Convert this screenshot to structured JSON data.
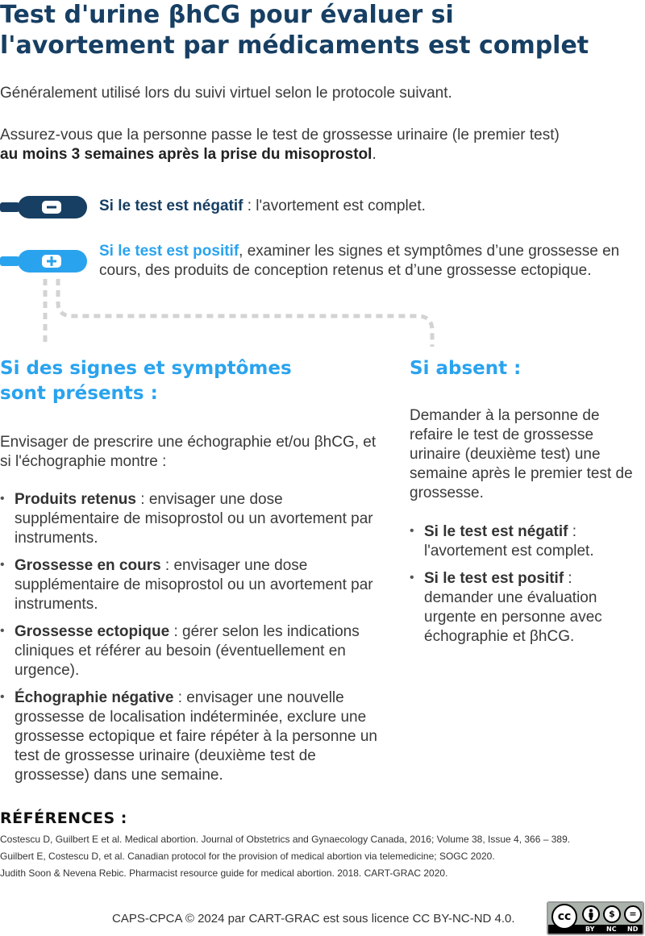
{
  "title_line1": "Test d'urine βhCG pour évaluer si",
  "title_line2": "l'avortement par médicaments est complet",
  "intro": {
    "line1": "Généralement utilisé lors du suivi virtuel selon le protocole suivant.",
    "line2": "Assurez-vous que la personne passe le test de grossesse urinaire (le premier test)",
    "line3_bold": "au moins 3 semaines après la prise du misoprostol",
    "line3_end": "."
  },
  "negative_test": {
    "icon": "minus-icon",
    "strong": "Si le test est négatif",
    "text": " : l'avortement est complet."
  },
  "positive_test": {
    "icon": "plus-icon",
    "strong": "Si le test est positif",
    "text": ", examiner les signes et symptômes d’une grossesse en cours, des produits de conception retenus et d’une grossesse ectopique."
  },
  "left_column": {
    "heading_line1": "Si des signes et symptômes",
    "heading_line2": "sont présents :",
    "intro": "Envisager de prescrire une échographie et/ou βhCG, et si l'échographie montre :",
    "bullets": [
      {
        "bold": "Produits retenus",
        "text": " : envisager une dose supplémentaire de misoprostol ou un avortement par instruments."
      },
      {
        "bold": "Grossesse en cours",
        "text": " : envisager une dose supplémentaire de misoprostol ou un avortement par instruments."
      },
      {
        "bold": "Grossesse ectopique",
        "text": " : gérer selon les indications cliniques et référer au besoin (éventuellement en urgence)."
      },
      {
        "bold": "Échographie négative",
        "text": " : envisager une nouvelle grossesse de localisation indéterminée, exclure une grossesse ectopique et faire répéter à la personne un test de grossesse urinaire (deuxième test de grossesse) dans une semaine."
      }
    ]
  },
  "right_column": {
    "heading": "Si absent :",
    "intro": "Demander à la personne de refaire le test de grossesse urinaire (deuxième test) une semaine après le premier test de grossesse.",
    "bullets": [
      {
        "bold": "Si le test est négatif",
        "text": " : l'avortement est complet."
      },
      {
        "bold": "Si le test est positif",
        "text": " : demander une évaluation urgente en personne avec échographie et βhCG."
      }
    ]
  },
  "references": {
    "heading": "RÉFÉRENCES :",
    "items": [
      "Costescu D, Guilbert E et al.  Medical abortion. Journal of Obstetrics and Gynaecology Canada, 2016; Volume 38, Issue 4, 366 – 389.",
      "Guilbert E, Costescu D, et al. Canadian protocol for the provision of medical abortion via telemedicine; SOGC 2020.",
      "Judith Soon & Nevena Rebic. Pharmacist resource guide for medical abortion. 2018. CART-GRAC 2020."
    ]
  },
  "license": {
    "text": "CAPS-CPCA © 2024 par CART-GRAC est sous licence CC BY-NC-ND 4.0.",
    "badge": {
      "cc": "cc",
      "by": "BY",
      "nc": "NC",
      "nd": "ND"
    }
  },
  "colors": {
    "navy": "#173f63",
    "sky": "#2aa3ee",
    "dots": "#d3d3d3"
  }
}
